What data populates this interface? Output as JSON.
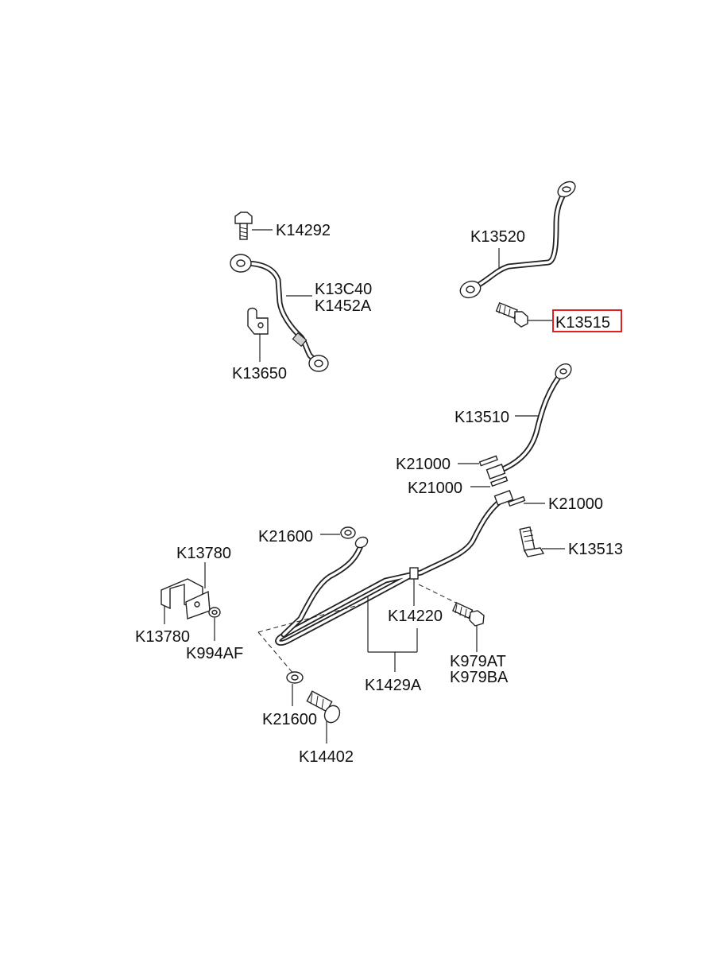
{
  "labels": {
    "k14292": "K14292",
    "k13c40": "K13C40",
    "k1452a": "K1452A",
    "k13650": "K13650",
    "k13520": "K13520",
    "k13515": "K13515",
    "k13510": "K13510",
    "k21000_a": "K21000",
    "k21000_b": "K21000",
    "k21000_c": "K21000",
    "k13513": "K13513",
    "k21600_top": "K21600",
    "k13780_top": "K13780",
    "k13780_bottom": "K13780",
    "k994af": "K994AF",
    "k14220": "K14220",
    "k979at": "K979AT",
    "k979ba": "K979BA",
    "k1429a": "K1429A",
    "k21600_bottom": "K21600",
    "k14402": "K14402"
  },
  "highlight": {
    "part": "K13515",
    "color": "#e02020"
  }
}
